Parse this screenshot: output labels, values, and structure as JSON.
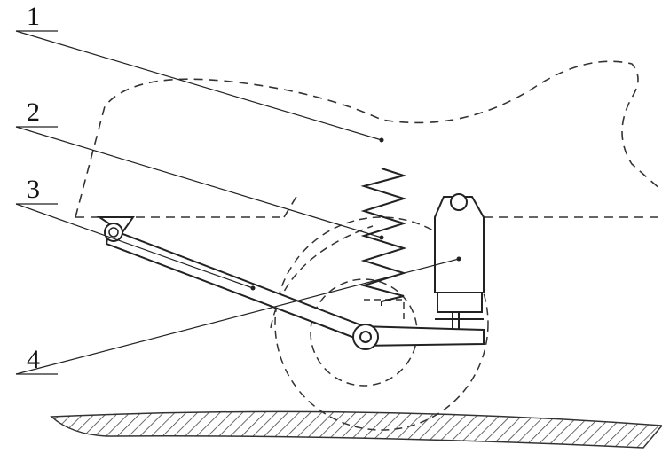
{
  "figure": {
    "callouts": [
      {
        "id": "callout-1",
        "text": "1"
      },
      {
        "id": "callout-2",
        "text": "2"
      },
      {
        "id": "callout-3",
        "text": "3"
      },
      {
        "id": "callout-4",
        "text": "4"
      }
    ],
    "colors": {
      "ink": "#222222",
      "paper": "#ffffff",
      "hatch": "#444444"
    }
  }
}
